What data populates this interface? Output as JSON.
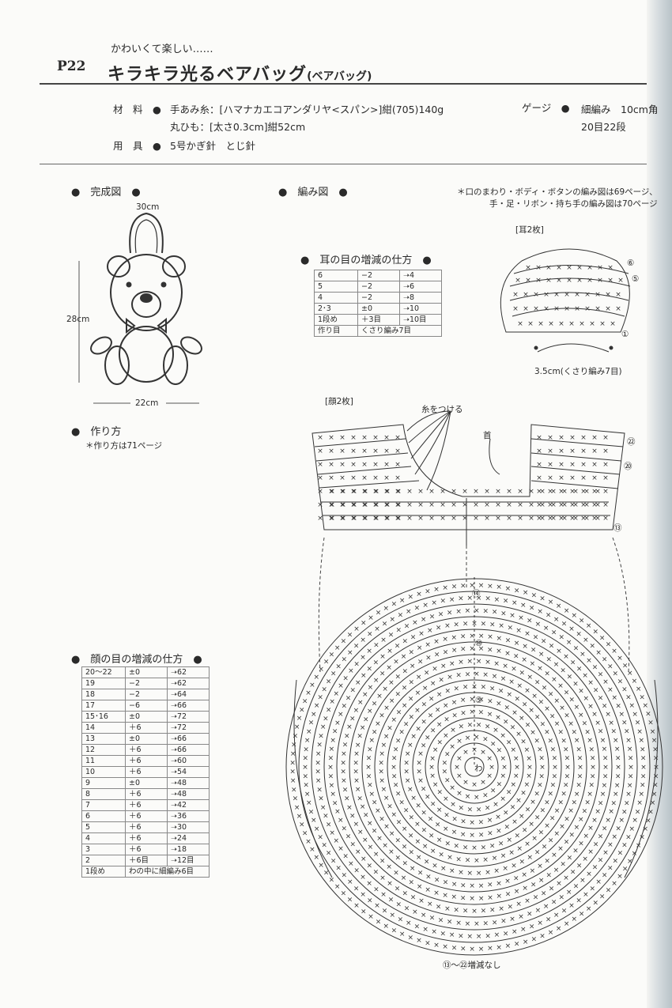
{
  "header": {
    "page_number": "P22",
    "subtitle": "かわいくて楽しい……",
    "title": "キラキラ光るベアバッグ",
    "title_sub": "(ベアバッグ)"
  },
  "materials": {
    "label_material": "材　料",
    "yarn": "手あみ糸：[ハマナカエコアンダリヤ<スパン>]紺(705)140g",
    "cord": "丸ひも：[太さ0.3cm]紺52cm",
    "label_tools": "用　具",
    "tools": "5号かぎ針　とじ針",
    "label_gauge": "ゲージ",
    "gauge_line1": "細編み　10cm角",
    "gauge_line2": "20目22段"
  },
  "sections": {
    "finished": "完成図",
    "chart": "編み図",
    "method": "作り方",
    "method_note": "＊作り方は71ページ",
    "ear_table_title": "耳の目の増減の仕方",
    "face_table_title": "顔の目の増減の仕方"
  },
  "notes": {
    "line1": "＊口のまわり・ボディ・ボタンの編み図は69ページ、",
    "line2": "手・足・リボン・持ち手の編み図は70ページ"
  },
  "dimensions": {
    "handle": "30cm",
    "height": "28cm",
    "width": "22cm"
  },
  "ear": {
    "label": "[耳2枚]",
    "chain_label": "3.5cm(くさり編み7目)"
  },
  "face": {
    "label": "[顔2枚]",
    "attach_yarn": "糸をつける",
    "neck": "首",
    "no_change": "⑬〜㉒増減なし",
    "ring": "わ"
  },
  "ear_table": [
    [
      "6",
      "−2",
      "➝4"
    ],
    [
      "5",
      "−2",
      "➝6"
    ],
    [
      "4",
      "−2",
      "➝8"
    ],
    [
      "2･3",
      "±0",
      "➝10"
    ],
    [
      "1段め",
      "＋3目",
      "➝10目"
    ],
    [
      "作り目",
      "くさり編み7目",
      ""
    ]
  ],
  "face_table": [
    [
      "20〜22",
      "±0",
      "➝62"
    ],
    [
      "19",
      "−2",
      "➝62"
    ],
    [
      "18",
      "−2",
      "➝64"
    ],
    [
      "17",
      "−6",
      "➝66"
    ],
    [
      "15･16",
      "±0",
      "➝72"
    ],
    [
      "14",
      "＋6",
      "➝72"
    ],
    [
      "13",
      "±0",
      "➝66"
    ],
    [
      "12",
      "＋6",
      "➝66"
    ],
    [
      "11",
      "＋6",
      "➝60"
    ],
    [
      "10",
      "＋6",
      "➝54"
    ],
    [
      "9",
      "±0",
      "➝48"
    ],
    [
      "8",
      "＋6",
      "➝48"
    ],
    [
      "7",
      "＋6",
      "➝42"
    ],
    [
      "6",
      "＋6",
      "➝36"
    ],
    [
      "5",
      "＋6",
      "➝30"
    ],
    [
      "4",
      "＋6",
      "➝24"
    ],
    [
      "3",
      "＋6",
      "➝18"
    ],
    [
      "2",
      "＋6目",
      "➝12目"
    ],
    [
      "1段め",
      "わの中に細編み6目",
      ""
    ]
  ],
  "row_markers": {
    "ear": [
      "⑥",
      "⑤",
      "①"
    ],
    "face_top": [
      "㉒",
      "⑳",
      "⑬"
    ],
    "face_circle": [
      "⑭",
      "⑩",
      "⑤"
    ]
  },
  "icons": [
    "bullet-dot",
    "arrow-right"
  ]
}
